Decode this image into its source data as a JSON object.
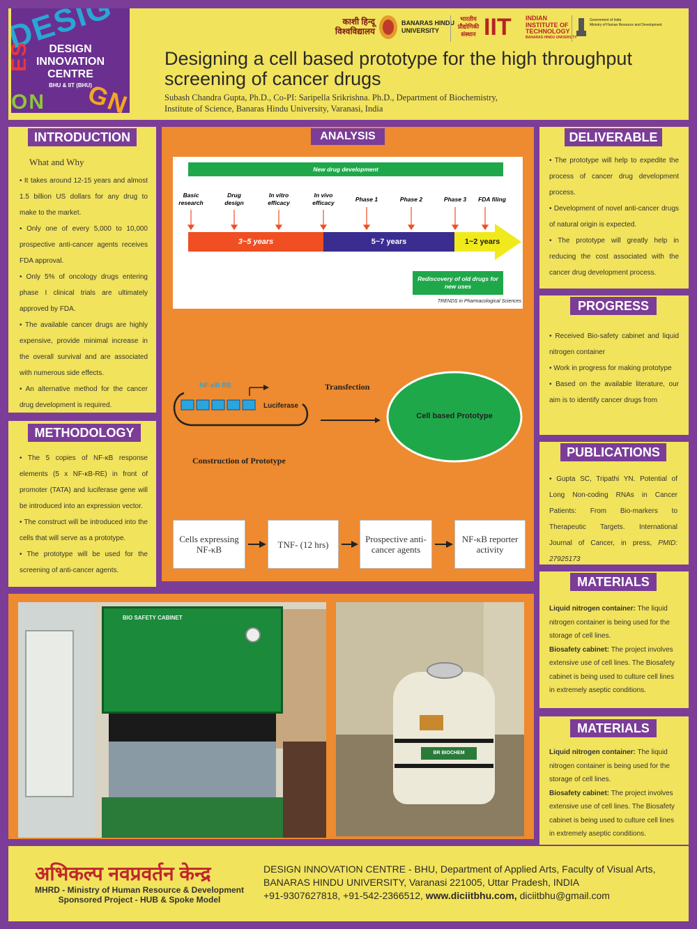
{
  "header": {
    "logo_lines": [
      "DESIGN",
      "INNOVATION",
      "CENTRE",
      "BHU & IIT (BHU)"
    ],
    "partner_logos": {
      "bhu_hindi": [
        "काशी हिन्दू",
        "विश्वविद्यालय"
      ],
      "bhu_english": [
        "BANARAS HINDU",
        "UNIVERSITY"
      ],
      "iit_hindi": [
        "भारतीय",
        "प्रौद्योगिकी",
        "संस्थान"
      ],
      "iit_mark": "IIT",
      "iit_english": [
        "INDIAN",
        "INSTITUTE OF",
        "TECHNOLOGY",
        "BANARAS HINDU UNIVERSITY"
      ],
      "goi": [
        "Government of India",
        "Ministry of Human Resource and Development"
      ]
    },
    "title_line1": "Designing a cell based prototype for the high throughput",
    "title_line2": "screening of cancer drugs",
    "authors_line1": "Subash Chandra Gupta, Ph.D., Co-PI: Saripella Srikrishna. Ph.D., Department of Biochemistry,",
    "authors_line2": "Institute of Science, Banaras Hindu University, Varanasi, India"
  },
  "introduction": {
    "heading": "INTRODUCTION",
    "subheading": "What and Why",
    "bullets": [
      "It takes around 12-15 years and almost 1.5 billion US dollars for any drug to make to the market.",
      "Only one of every 5,000 to 10,000 prospective anti-cancer agents receives FDA approval.",
      "Only 5% of oncology drugs entering phase I clinical trials are ultimately approved by FDA.",
      "The available cancer drugs are highly expensive, provide minimal increase in the overall survival and are associated with numerous side effects.",
      "An alternative method for the cancer drug development is required."
    ]
  },
  "methodology": {
    "heading": "METHODOLOGY",
    "bullets": [
      "The 5 copies of NF-κB response elements (5 x NF-κB-RE) in front of promoter (TATA) and luciferase gene will be introduced into an expression vector.",
      "The construct will be introduced into the cells that will serve as a prototype.",
      "The prototype will be used for the screening of anti-cancer agents."
    ]
  },
  "analysis": {
    "heading": "ANALYSIS",
    "timeline": {
      "banner": "New drug development",
      "stages": [
        "Basic research",
        "Drug design",
        "In vitro efficacy",
        "In vivo efficacy",
        "Phase 1",
        "Phase 2",
        "Phase 3",
        "FDA filing"
      ],
      "periods": [
        "3~5 years",
        "5~7 years",
        "1~2 years"
      ],
      "rediscovery": "Rediscovery of old drugs for new uses",
      "source": "TRENDS in Pharmacological Sciences"
    },
    "construct": {
      "re_label": "NF-κB RE",
      "luciferase": "Luciferase",
      "transfection": "Transfection",
      "prototype": "Cell based Prototype",
      "caption": "Construction of Prototype"
    },
    "flow": [
      "Cells expressing NF-κB",
      "TNF- (12 hrs)",
      "Prospective anti-cancer agents",
      "NF-κB reporter activity"
    ],
    "colors": {
      "red": "#f04e23",
      "blue": "#3a2d8f",
      "yellow": "#f0ea1c",
      "green": "#1fa84a"
    }
  },
  "deliverable": {
    "heading": "DELIVERABLE",
    "bullets": [
      "The prototype will help to expedite the process of cancer drug development process.",
      "Development of novel anti-cancer drugs of natural origin is expected.",
      "The prototype will greatly help in reducing the cost associated with the cancer drug development process."
    ]
  },
  "progress": {
    "heading": "PROGRESS",
    "bullets": [
      "Received Bio-safety cabinet and liquid nitrogen container",
      "Work in progress for making prototype",
      "Based on the available literature, our aim is to identify cancer drugs from"
    ]
  },
  "publications": {
    "heading": "PUBLICATIONS",
    "text": "Gupta SC, Tripathi YN. Potential of Long Non-coding RNAs in Cancer Patients: From Bio-markers to Therapeutic Targets. International Journal of Cancer, in press,",
    "pmid": "PMID: 27925173"
  },
  "materials": [
    {
      "heading": "MATERIALS",
      "items": [
        {
          "label": "Liquid nitrogen container:",
          "text": "The liquid nitrogen container is being used for the storage of cell lines."
        },
        {
          "label": "Biosafety cabinet:",
          "text": "The project involves extensive use of cell lines. The Biosafety cabinet is being used to culture cell lines in extremely aseptic conditions."
        }
      ]
    },
    {
      "heading": "MATERIALS",
      "items": [
        {
          "label": "Liquid nitrogen container:",
          "text": "The liquid nitrogen container is being used for the storage of cell lines."
        },
        {
          "label": "Biosafety cabinet:",
          "text": "The project involves extensive use of cell lines. The Biosafety cabinet is being used to culture cell lines in extremely aseptic conditions."
        }
      ]
    }
  ],
  "photos": {
    "cabinet_label": "BIO SAFETY CABINET",
    "container_label": "BR BIOCHEM"
  },
  "footer": {
    "hindi_title": "अभिकल्प नवप्रवर्तन केन्द्र",
    "mhrd_line1": "MHRD - Ministry of Human Resource & Development",
    "mhrd_line2": "Sponsored Project - HUB & Spoke Model",
    "address_line1": "DESIGN INNOVATION CENTRE - BHU, Department of Applied Arts, Faculty of Visual Arts,",
    "address_line2": "BANARAS HINDU UNIVERSITY, Varanasi 221005, Uttar Pradesh, INDIA",
    "contact_phones": "+91-9307627818, +91-542-2366512,",
    "website": "www.diciitbhu.com,",
    "email": "diciitbhu@gmail.com"
  }
}
